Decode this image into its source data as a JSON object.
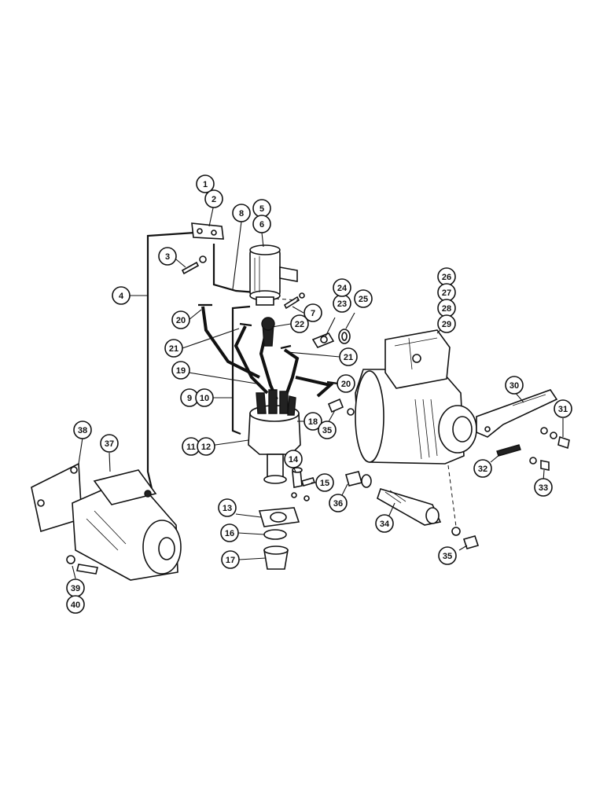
{
  "callouts": [
    {
      "label": "1"
    },
    {
      "label": "2"
    },
    {
      "label": "3"
    },
    {
      "label": "4"
    },
    {
      "label": "5"
    },
    {
      "label": "6"
    },
    {
      "label": "7"
    },
    {
      "label": "8"
    },
    {
      "label": "9"
    },
    {
      "label": "10"
    },
    {
      "label": "11"
    },
    {
      "label": "12"
    },
    {
      "label": "13"
    },
    {
      "label": "14"
    },
    {
      "label": "15"
    },
    {
      "label": "16"
    },
    {
      "label": "17"
    },
    {
      "label": "18"
    },
    {
      "label": "19"
    },
    {
      "label": "20"
    },
    {
      "label": "20"
    },
    {
      "label": "21"
    },
    {
      "label": "21"
    },
    {
      "label": "22"
    },
    {
      "label": "23"
    },
    {
      "label": "24"
    },
    {
      "label": "25"
    },
    {
      "label": "26"
    },
    {
      "label": "27"
    },
    {
      "label": "28"
    },
    {
      "label": "29"
    },
    {
      "label": "30"
    },
    {
      "label": "31"
    },
    {
      "label": "32"
    },
    {
      "label": "33"
    },
    {
      "label": "34"
    },
    {
      "label": "35"
    },
    {
      "label": "35"
    },
    {
      "label": "36"
    },
    {
      "label": "37"
    },
    {
      "label": "38"
    },
    {
      "label": "39"
    },
    {
      "label": "40"
    }
  ]
}
